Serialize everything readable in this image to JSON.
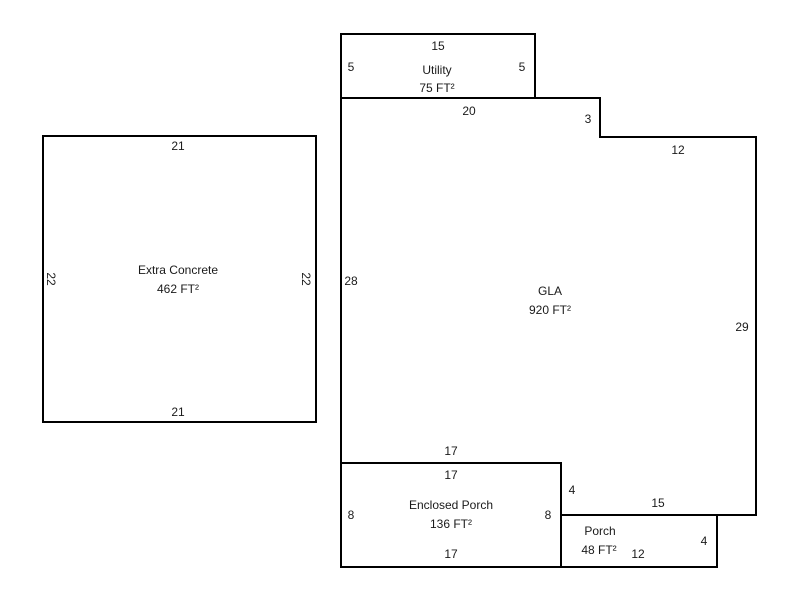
{
  "areas": {
    "extra_concrete": {
      "name": "Extra Concrete",
      "area": "462 FT²",
      "top": "21",
      "bottom": "21",
      "left": "22",
      "right": "22"
    },
    "utility": {
      "name": "Utility",
      "area": "75 FT²",
      "top": "15",
      "left": "5",
      "right": "5"
    },
    "gla": {
      "name": "GLA",
      "area": "920 FT²",
      "top": "20",
      "step": "3",
      "top_right": "12",
      "left": "28",
      "right": "29",
      "bottom_left": "17",
      "bottom_right": "15",
      "inner_step": "4"
    },
    "enclosed_porch": {
      "name": "Enclosed Porch",
      "area": "136 FT²",
      "top": "17",
      "bottom": "17",
      "left": "8",
      "right": "8"
    },
    "porch": {
      "name": "Porch",
      "area": "48 FT²",
      "bottom": "12",
      "right": "4"
    }
  }
}
